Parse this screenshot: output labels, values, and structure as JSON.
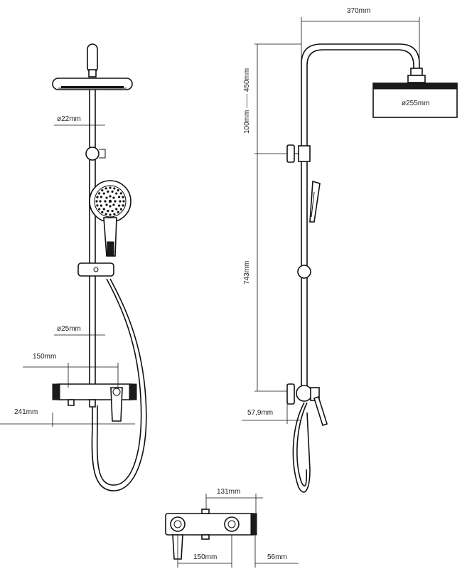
{
  "labels": {
    "diam_rail_top": "ø22mm",
    "diam_rail_bottom": "ø25mm",
    "mixer_width_front": "150mm",
    "mixer_height": "241mm",
    "arm_reach": "370mm",
    "head_offset": "100mm —— 450mm",
    "head_diameter": "ø255mm",
    "rail_height": "743mm",
    "wall_offset": "57,9mm",
    "body_width": "131mm",
    "centers_width": "150mm",
    "depth": "56mm"
  },
  "colors": {
    "line": "#111111",
    "accent": "#1a1a1a",
    "background": "#ffffff"
  }
}
